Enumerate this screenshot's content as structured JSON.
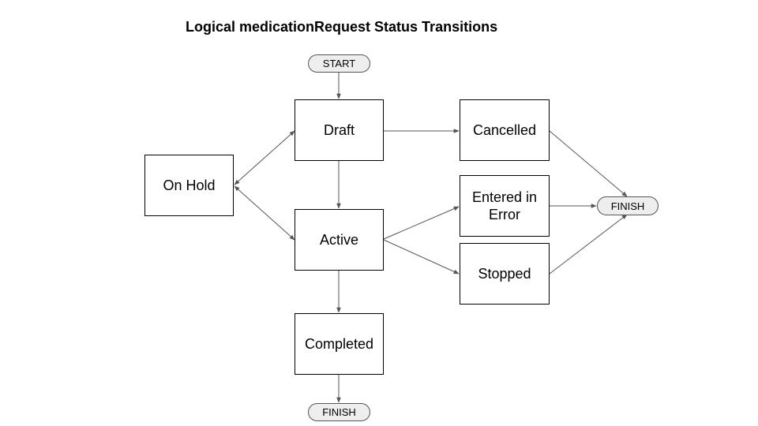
{
  "title": "Logical medicationRequest Status Transitions",
  "nodes": {
    "start": "START",
    "draft": "Draft",
    "on_hold": "On Hold",
    "active": "Active",
    "completed": "Completed",
    "cancelled": "Cancelled",
    "entered_in_error": "Entered in Error",
    "stopped": "Stopped",
    "finish_right": "FINISH",
    "finish_bottom": "FINISH"
  },
  "edges": [
    {
      "from": "start",
      "to": "draft",
      "directed": "one-way"
    },
    {
      "from": "draft",
      "to": "cancelled",
      "directed": "one-way"
    },
    {
      "from": "draft",
      "to": "active",
      "directed": "one-way"
    },
    {
      "from": "draft",
      "to": "on_hold",
      "directed": "two-way"
    },
    {
      "from": "on_hold",
      "to": "active",
      "directed": "two-way"
    },
    {
      "from": "active",
      "to": "entered_in_error",
      "directed": "one-way"
    },
    {
      "from": "active",
      "to": "stopped",
      "directed": "one-way"
    },
    {
      "from": "active",
      "to": "completed",
      "directed": "one-way"
    },
    {
      "from": "cancelled",
      "to": "finish_right",
      "directed": "one-way"
    },
    {
      "from": "entered_in_error",
      "to": "finish_right",
      "directed": "one-way"
    },
    {
      "from": "stopped",
      "to": "finish_right",
      "directed": "one-way"
    },
    {
      "from": "completed",
      "to": "finish_bottom",
      "directed": "one-way"
    }
  ]
}
